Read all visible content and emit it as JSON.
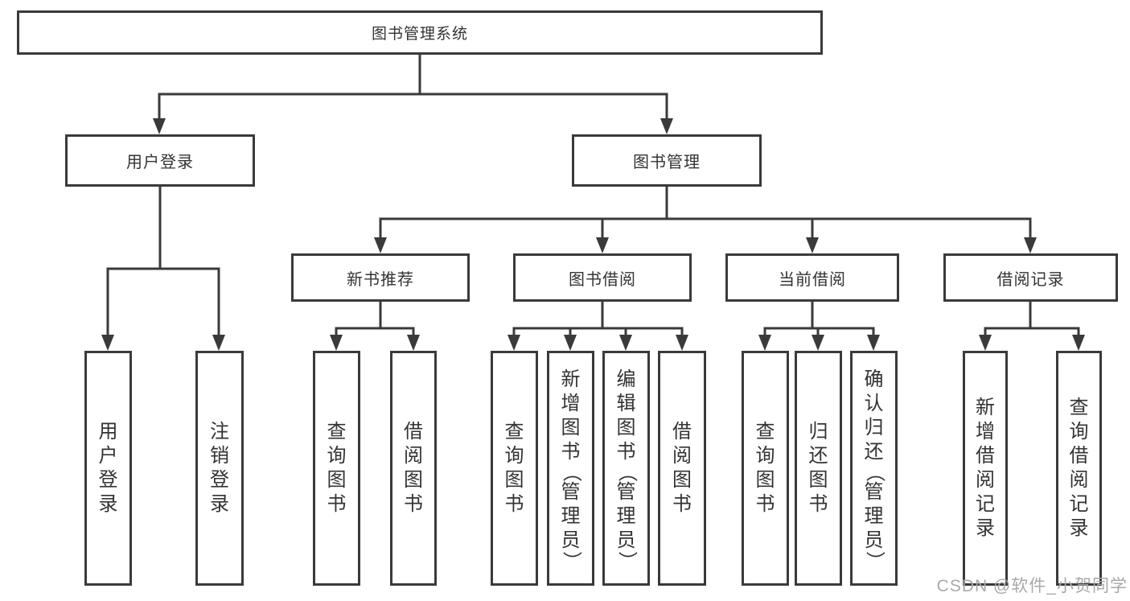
{
  "diagram": {
    "root": {
      "label": "图书管理系统"
    },
    "level2": [
      {
        "label": "用户登录"
      },
      {
        "label": "图书管理"
      }
    ],
    "level3": [
      {
        "label": "新书推荐",
        "parent": "图书管理"
      },
      {
        "label": "图书借阅",
        "parent": "图书管理"
      },
      {
        "label": "当前借阅",
        "parent": "图书管理"
      },
      {
        "label": "借阅记录",
        "parent": "图书管理"
      }
    ],
    "leaves": [
      {
        "label": "用户登录",
        "parent": "用户登录"
      },
      {
        "label": "注销登录",
        "parent": "用户登录"
      },
      {
        "label": "查询图书",
        "parent": "新书推荐"
      },
      {
        "label": "借阅图书",
        "parent": "新书推荐"
      },
      {
        "label": "查询图书",
        "parent": "图书借阅"
      },
      {
        "label": "新增图书（管理员）",
        "parent": "图书借阅"
      },
      {
        "label": "编辑图书（管理员）",
        "parent": "图书借阅"
      },
      {
        "label": "借阅图书",
        "parent": "图书借阅"
      },
      {
        "label": "查询图书",
        "parent": "当前借阅"
      },
      {
        "label": "归还图书",
        "parent": "当前借阅"
      },
      {
        "label": "确认归还（管理员）",
        "parent": "当前借阅"
      },
      {
        "label": "新增借阅记录",
        "parent": "借阅记录"
      },
      {
        "label": "查询借阅记录",
        "parent": "借阅记录"
      }
    ]
  },
  "watermark": {
    "text": "CSDN @软件_小贺同学"
  },
  "colors": {
    "line": "#3a3a3a",
    "background": "#ffffff",
    "watermark": "#a9a9a9"
  }
}
